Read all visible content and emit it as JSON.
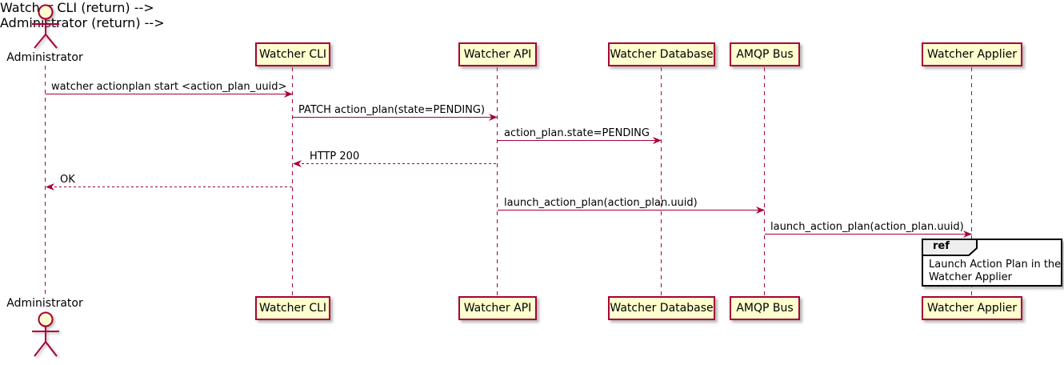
{
  "diagram": {
    "kind": "uml-sequence-diagram",
    "actor": {
      "name": "Administrator"
    },
    "participants": [
      {
        "label": "Watcher CLI"
      },
      {
        "label": "Watcher API"
      },
      {
        "label": "Watcher Database"
      },
      {
        "label": "AMQP Bus"
      },
      {
        "label": "Watcher Applier"
      }
    ],
    "messages": [
      {
        "from": "Administrator",
        "to": "Watcher CLI",
        "label": "watcher actionplan start <action_plan_uuid>",
        "style": "solid"
      },
      {
        "from": "Watcher CLI",
        "to": "Watcher API",
        "label": "PATCH action_plan(state=PENDING)",
        "style": "solid"
      },
      {
        "from": "Watcher API",
        "to": "Watcher Database",
        "label": "action_plan.state=PENDING",
        "style": "solid"
      },
      {
        "from": "Watcher API",
        "to": "Watcher CLI",
        "label": "HTTP 200",
        "style": "dashed"
      },
      {
        "from": "Watcher CLI",
        "to": "Administrator",
        "label": "OK",
        "style": "dashed"
      },
      {
        "from": "Watcher API",
        "to": "AMQP Bus",
        "label": "launch_action_plan(action_plan.uuid)",
        "style": "solid"
      },
      {
        "from": "AMQP Bus",
        "to": "Watcher Applier",
        "label": "launch_action_plan(action_plan.uuid)",
        "style": "solid"
      }
    ],
    "ref": {
      "keyword": "ref",
      "over": "Watcher Applier",
      "line1": "Launch Action Plan in the",
      "line2": "Watcher Applier"
    },
    "colors": {
      "line": "#A80036",
      "participant_fill": "#FEFECE",
      "participant_border": "#A80036",
      "text": "#000000",
      "ref_border": "#000000",
      "ref_header_fill": "#EEEEEE",
      "background": "#FFFFFF"
    }
  }
}
